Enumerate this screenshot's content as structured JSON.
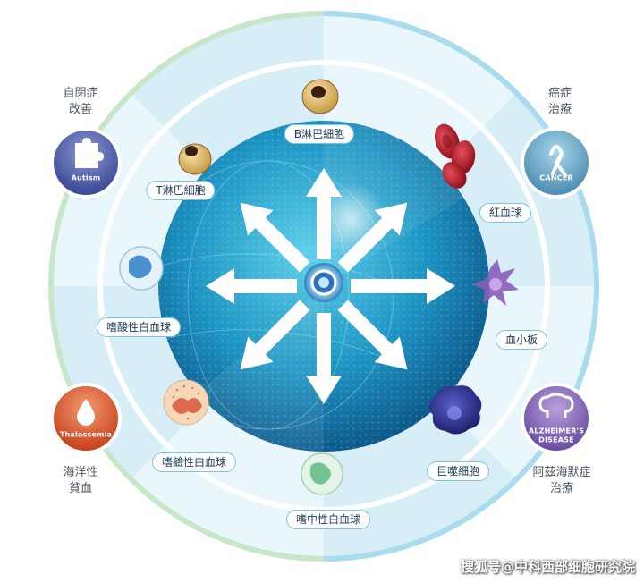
{
  "center_cell": "stem-cell",
  "cells": {
    "b_lymphocyte": "B淋巴細胞",
    "t_lymphocyte": "T淋巴細胞",
    "red_blood_cell": "紅血球",
    "platelet": "血小板",
    "basophil": "嗜酸性白血球",
    "eosinophil": "嗜鹼性白血球",
    "neutrophil": "嗜中性白血球",
    "macrophage": "巨噬細胞"
  },
  "conditions": {
    "autism": {
      "line1": "自閉症",
      "line2": "改善",
      "badge": "Autism",
      "color": "#5b6bb0"
    },
    "cancer": {
      "line1": "癌症",
      "line2": "治療",
      "badge": "CANCER",
      "color": "#6fa9c6"
    },
    "thalassemia": {
      "line1": "海洋性",
      "line2": "貧血",
      "badge": "Thalassemia",
      "color": "#e0603a"
    },
    "alzheimers": {
      "line1": "阿茲海默症",
      "line2": "治療",
      "badge_line1": "ALZHEIMER'S",
      "badge_line2": "DISEASE",
      "color": "#8a6bb8"
    }
  },
  "watermark": "搜狐号@中科西部细胞研究院"
}
